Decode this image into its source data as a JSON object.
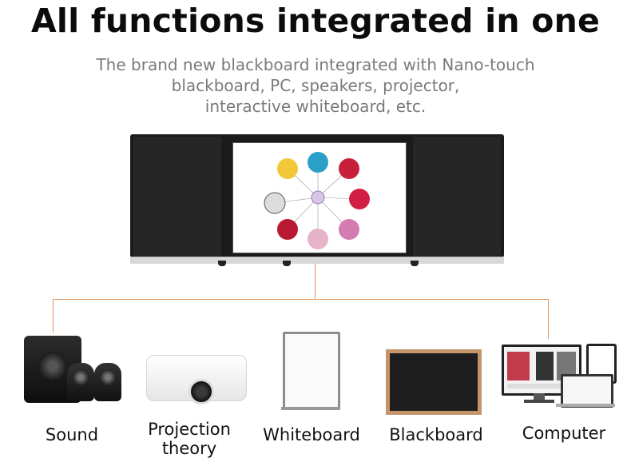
{
  "header": {
    "title": "All functions integrated in one",
    "subtitle_lines": [
      "The brand new blackboard integrated with Nano-touch",
      "blackboard, PC, speakers, projector,",
      "interactive whiteboard, etc."
    ]
  },
  "products": [
    {
      "label": "Sound",
      "icon": "speakers-icon"
    },
    {
      "label": "Projection\ntheory",
      "label_line1": "Projection",
      "label_line2": "theory",
      "icon": "projector-icon"
    },
    {
      "label": "Whiteboard",
      "icon": "whiteboard-icon"
    },
    {
      "label": "Blackboard",
      "icon": "blackboard-icon"
    },
    {
      "label": "Computer",
      "icon": "computer-icon"
    }
  ],
  "colors": {
    "connector": "#e2945c",
    "title": "#0c0c0c",
    "subtitle": "#7a7a7a"
  }
}
